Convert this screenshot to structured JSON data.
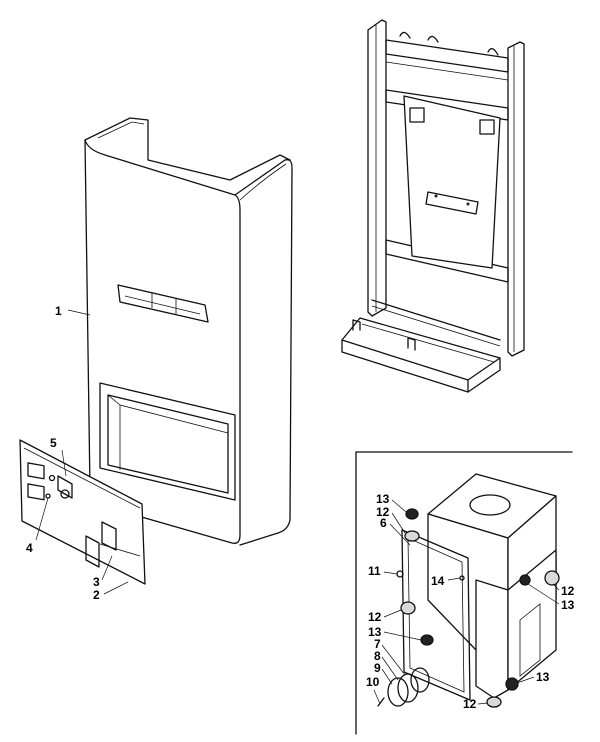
{
  "figure": {
    "casing_labels": {
      "casing": "1",
      "panel": "2",
      "panel_insert": "3",
      "knob": "4",
      "switch": "5"
    },
    "detail_labels": {
      "n13_top": "13",
      "n12_top": "12",
      "n6": "6",
      "n11": "11",
      "n14": "14",
      "n12_right": "12",
      "n13_right": "13",
      "n12_mid": "12",
      "n13_mid": "13",
      "n7": "7",
      "n8": "8",
      "n9": "9",
      "n10": "10",
      "n13_bottom": "13",
      "n12_bottom": "12"
    }
  }
}
